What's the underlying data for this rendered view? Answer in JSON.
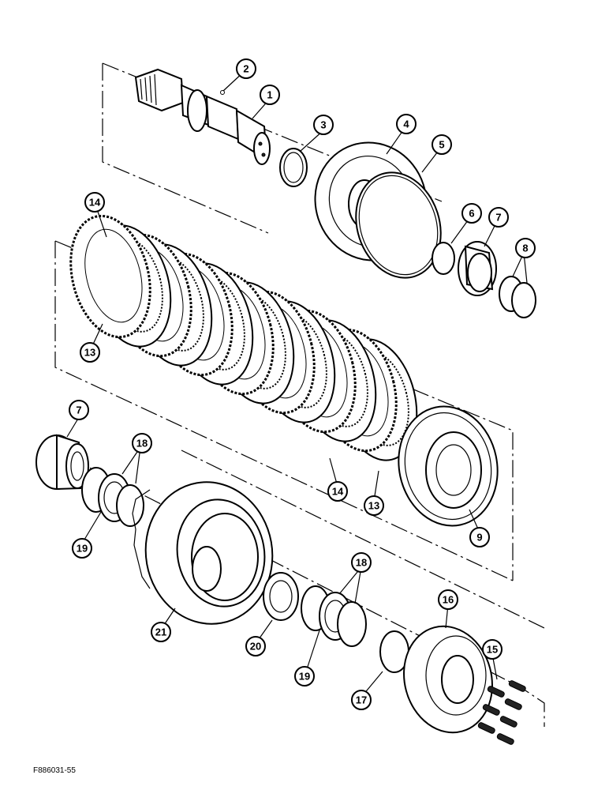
{
  "figure_code": "F886031-55",
  "callouts": [
    {
      "id": "c1",
      "label": "1"
    },
    {
      "id": "c2",
      "label": "2"
    },
    {
      "id": "c3",
      "label": "3"
    },
    {
      "id": "c4",
      "label": "4"
    },
    {
      "id": "c5",
      "label": "5"
    },
    {
      "id": "c6",
      "label": "6"
    },
    {
      "id": "c7a",
      "label": "7"
    },
    {
      "id": "c8",
      "label": "8"
    },
    {
      "id": "c14a",
      "label": "14"
    },
    {
      "id": "c13a",
      "label": "13"
    },
    {
      "id": "c7b",
      "label": "7"
    },
    {
      "id": "c18a",
      "label": "18"
    },
    {
      "id": "c14b",
      "label": "14"
    },
    {
      "id": "c13b",
      "label": "13"
    },
    {
      "id": "c9",
      "label": "9"
    },
    {
      "id": "c19a",
      "label": "19"
    },
    {
      "id": "c18b",
      "label": "18"
    },
    {
      "id": "c16",
      "label": "16"
    },
    {
      "id": "c15",
      "label": "15"
    },
    {
      "id": "c21",
      "label": "21"
    },
    {
      "id": "c20",
      "label": "20"
    },
    {
      "id": "c19b",
      "label": "19"
    },
    {
      "id": "c17",
      "label": "17"
    }
  ]
}
